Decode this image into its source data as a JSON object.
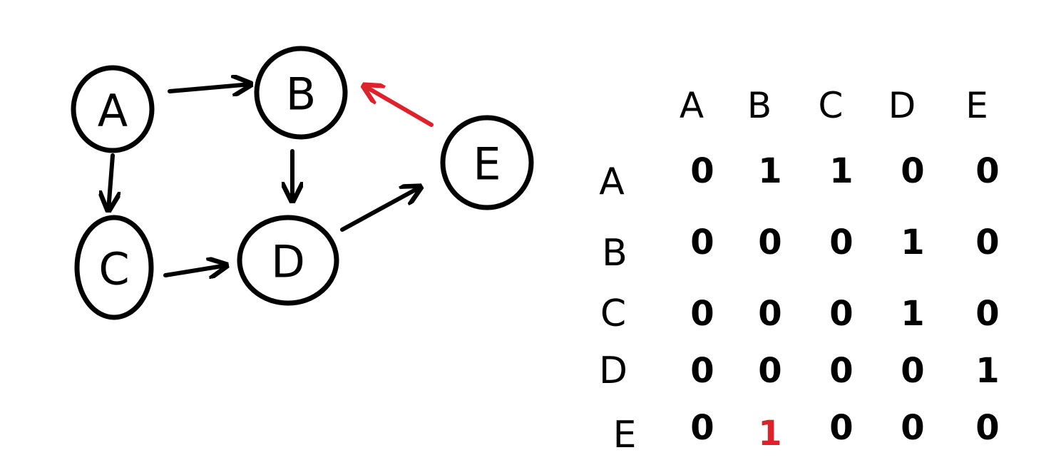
{
  "graph": {
    "nodes": [
      {
        "id": "A",
        "label": "A"
      },
      {
        "id": "B",
        "label": "B"
      },
      {
        "id": "C",
        "label": "C"
      },
      {
        "id": "D",
        "label": "D"
      },
      {
        "id": "E",
        "label": "E"
      }
    ],
    "edges": [
      {
        "from": "A",
        "to": "B",
        "highlight": false
      },
      {
        "from": "A",
        "to": "C",
        "highlight": false
      },
      {
        "from": "B",
        "to": "D",
        "highlight": false
      },
      {
        "from": "C",
        "to": "D",
        "highlight": false
      },
      {
        "from": "D",
        "to": "E",
        "highlight": false
      },
      {
        "from": "E",
        "to": "B",
        "highlight": true
      }
    ]
  },
  "matrix": {
    "column_headers": [
      "A",
      "B",
      "C",
      "D",
      "E"
    ],
    "row_headers": [
      "A",
      "B",
      "C",
      "D",
      "E"
    ],
    "cells": [
      [
        "0",
        "1",
        "1",
        "0",
        "0"
      ],
      [
        "0",
        "0",
        "0",
        "1",
        "0"
      ],
      [
        "0",
        "0",
        "0",
        "1",
        "0"
      ],
      [
        "0",
        "0",
        "0",
        "0",
        "1"
      ],
      [
        "0",
        "1",
        "0",
        "0",
        "0"
      ]
    ],
    "highlight_cell": {
      "row": 4,
      "col": 1
    }
  },
  "colors": {
    "ink": "#000000",
    "highlight": "#e0202a",
    "background": "#ffffff"
  }
}
